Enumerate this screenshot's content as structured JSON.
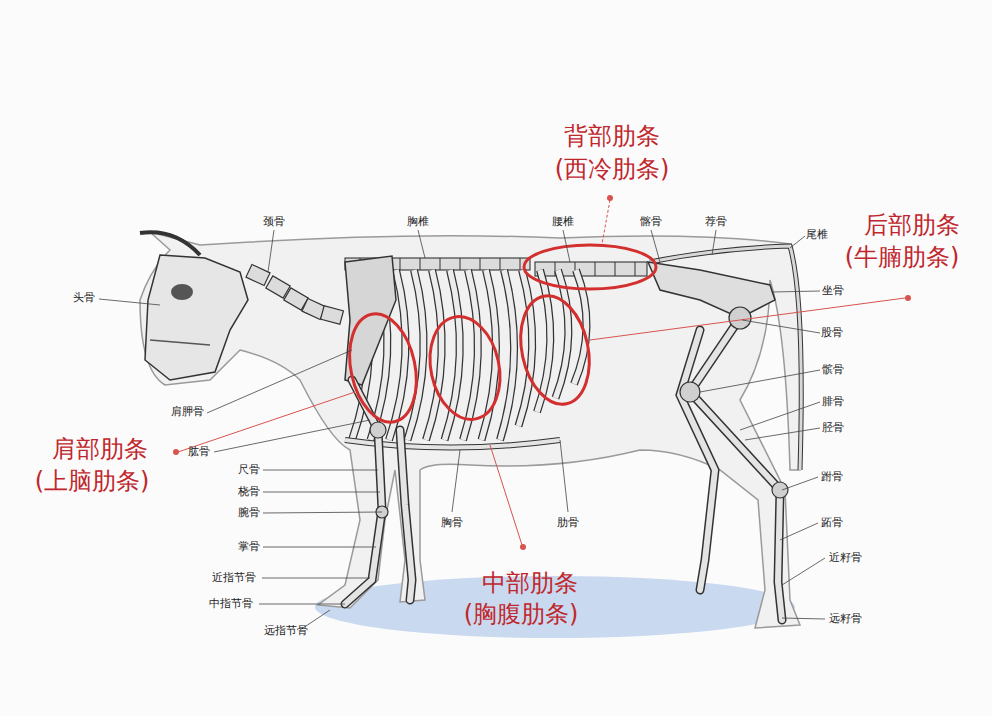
{
  "diagram": {
    "labels": [
      "背部肋条",
      "(西冷肋条)",
      "后部肋条",
      "(牛腩肋条)",
      "肩部肋条",
      "(上脑肋条)",
      "中部肋条",
      "(胸腹肋条)",
      "颈骨",
      "胸椎",
      "腰椎",
      "髂骨",
      "荐骨",
      "尾椎",
      "头骨",
      "坐骨",
      "股骨",
      "髌骨",
      "腓骨",
      "胫骨",
      "肩胛骨",
      "肱骨",
      "尺骨",
      "桡骨",
      "腕骨",
      "掌骨",
      "近指节骨",
      "中指节骨",
      "远指节骨",
      "胸骨",
      "肋骨",
      "跗骨",
      "跖骨",
      "近籽骨",
      "远籽骨"
    ]
  }
}
